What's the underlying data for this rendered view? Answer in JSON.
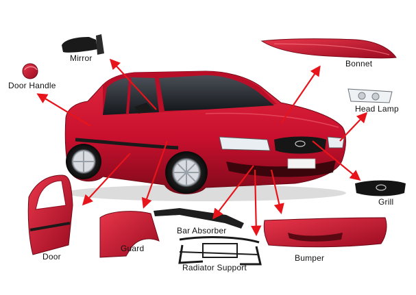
{
  "diagram": {
    "hub": "car-body",
    "parts": [
      {
        "id": "mirror",
        "label": "Mirror"
      },
      {
        "id": "door-handle",
        "label": "Door Handle"
      },
      {
        "id": "bonnet",
        "label": "Bonnet"
      },
      {
        "id": "head-lamp",
        "label": "Head Lamp"
      },
      {
        "id": "grill",
        "label": "Grill"
      },
      {
        "id": "door",
        "label": "Door"
      },
      {
        "id": "guard",
        "label": "Guard"
      },
      {
        "id": "bar-absorber",
        "label": "Bar Absorber"
      },
      {
        "id": "radiator-support",
        "label": "Radiator Support"
      },
      {
        "id": "bumper",
        "label": "Bumper"
      }
    ],
    "colors": {
      "body": "#c8102e",
      "body_dark": "#8e0b1f",
      "arrow": "#e8141b",
      "trim": "#1a1a1a"
    }
  }
}
